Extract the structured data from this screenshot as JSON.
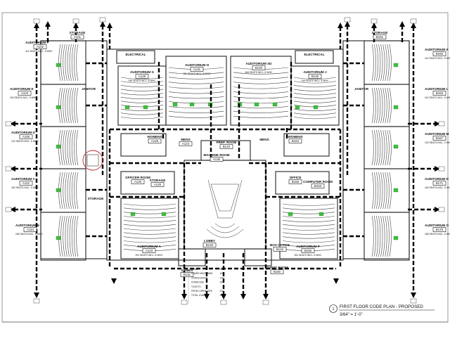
{
  "rooms": [
    {
      "key": "aud_f",
      "label": "AUDITORIUM F",
      "number": "A102",
      "seats": "114 SEATS INCL. 5 WHC"
    },
    {
      "key": "aud_e",
      "label": "AUDITORIUM E",
      "number": "A104",
      "seats": "118 SEATS INCL. 5 WHC"
    },
    {
      "key": "aud_d",
      "label": "AUDITORIUM D",
      "number": "A106",
      "seats": "132 SEATS INCL. 5 WHC"
    },
    {
      "key": "aud_c",
      "label": "AUDITORIUM C",
      "number": "A112",
      "seats": "160 SEATS INCL. 5 WHC"
    },
    {
      "key": "aud_b",
      "label": "AUDITORIUM B",
      "number": "A114",
      "seats": "185 SEATS INCL. 5 WHC"
    },
    {
      "key": "aud_g",
      "label": "AUDITORIUM G",
      "number": "A128",
      "seats": "339 SEATS INCL. 8 WHC"
    },
    {
      "key": "aud_h",
      "label": "AUDITORIUM H",
      "number": "A131",
      "seats": "284 SEATS INCL. 8 WHC"
    },
    {
      "key": "aud_xd",
      "label": "AUDITORIUM XD",
      "number": "B140",
      "seats": "264 SEATS INCL. 8 WHC"
    },
    {
      "key": "aud_j",
      "label": "AUDITORIUM J",
      "number": "B145",
      "seats": "316 SEATS INCL. 8 WHC"
    },
    {
      "key": "aud_k",
      "label": "AUDITORIUM K",
      "number": "B150",
      "seats": "114 SEATS INCL. 5 WHC"
    },
    {
      "key": "aud_l",
      "label": "AUDITORIUM L",
      "number": "B153",
      "seats": "114 SEATS INCL. 5 WHC"
    },
    {
      "key": "aud_m",
      "label": "AUDITORIUM M",
      "number": "B167",
      "seats": "132 SEATS INCL. 5 WHC"
    },
    {
      "key": "aud_n",
      "label": "AUDITORIUM N",
      "number": "B171",
      "seats": "160 SEATS INCL. 5 WHC"
    },
    {
      "key": "aud_o",
      "label": "AUDITORIUM O",
      "number": "B175",
      "seats": "185 SEATS INCL. 5 WHC"
    },
    {
      "key": "aud_a",
      "label": "AUDITORIUM A",
      "number": "A123",
      "seats": "291 SEATS INCL. 8 WHC"
    },
    {
      "key": "aud_p",
      "label": "AUDITORIUM P",
      "number": "B156",
      "seats": "261 SEATS INCL. 8 WHC"
    },
    {
      "key": "storage_top",
      "label": "STORAGE",
      "number": "A101"
    },
    {
      "key": "storage_tr",
      "label": "STORAGE",
      "number": "B151"
    },
    {
      "key": "electrical_l",
      "label": "ELECTRICAL",
      "number": ""
    },
    {
      "key": "electrical_r",
      "label": "ELECTRICAL",
      "number": ""
    },
    {
      "key": "janitor_l",
      "label": "JANITOR",
      "number": ""
    },
    {
      "key": "janitor_r",
      "label": "JANITOR",
      "number": ""
    },
    {
      "key": "womens_l",
      "label": "WOMENS",
      "number": "A125"
    },
    {
      "key": "womens_r",
      "label": "WOMENS",
      "number": "B164"
    },
    {
      "key": "mens",
      "label": "MENS",
      "number": "A124"
    },
    {
      "key": "mens_r",
      "label": "MENS",
      "number": ""
    },
    {
      "key": "prep",
      "label": "PREP. ROOM",
      "number": "B143"
    },
    {
      "key": "machine",
      "label": "MACHINE ROOM",
      "number": "A136"
    },
    {
      "key": "officer",
      "label": "OFFICER ROOM",
      "number": "A120"
    },
    {
      "key": "storage_c",
      "label": "STORAGE",
      "number": "A120"
    },
    {
      "key": "storage_l",
      "label": "STORAGE",
      "number": ""
    },
    {
      "key": "office",
      "label": "OFFICE",
      "number": "B155"
    },
    {
      "key": "computer",
      "label": "COMPUTER ROOM",
      "number": "B153"
    },
    {
      "key": "lobby",
      "label": "LOBBY",
      "number": "B140"
    },
    {
      "key": "games",
      "label": "GAMES",
      "number": "B141"
    },
    {
      "key": "box_office",
      "label": "BOX OFFICE",
      "number": "B142"
    },
    {
      "key": "guest",
      "label": "GUEST ROOM",
      "number": "B160"
    }
  ],
  "legend_rows": [
    {
      "name": "LOBBY",
      "value": "510"
    },
    {
      "name": "STAIRS MEZZANINE",
      "value": "100"
    },
    {
      "name": "CONCESSIONS",
      "value": "100"
    },
    {
      "name": "STAIRCASE",
      "value": "205"
    },
    {
      "name": "TICKETS",
      "value": "4"
    },
    {
      "name": "FROM CORRIDORS",
      "value": "220"
    },
    {
      "name": "TOTAL LOAD",
      "value": "961"
    }
  ],
  "title": {
    "number": "1",
    "name": "FIRST FLOOR CODE PLAN - PROPOSED",
    "scale": "3/64\" = 1'-0\""
  }
}
